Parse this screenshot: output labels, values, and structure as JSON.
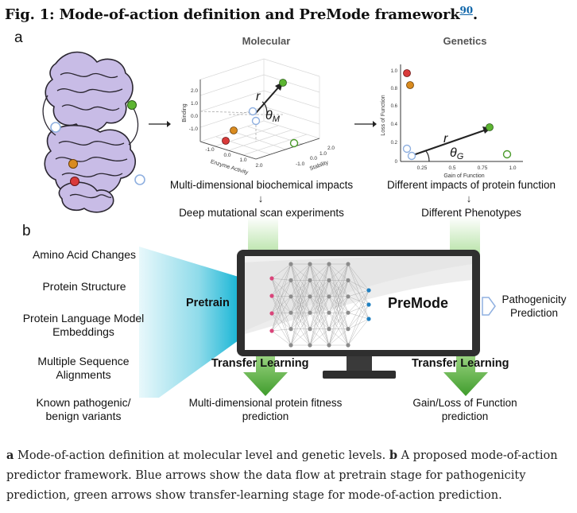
{
  "figure": {
    "title": "Fig. 1: Mode-of-action definition and PreMode framework",
    "ref": "90",
    "ref_suffix": "."
  },
  "panel_a": {
    "letter": "a",
    "molecular": {
      "header": "Molecular",
      "y_label": "Binding",
      "x_label": "Enzyme Activity",
      "z_label": "Stability",
      "y_ticks": [
        "2.0",
        "1.0",
        "0.0",
        "-1.0"
      ],
      "x_ticks": [
        "-1.0",
        "0.0",
        "1.0",
        "2.0"
      ],
      "z_ticks": [
        "2.0",
        "1.0",
        "0.0",
        "-1.0"
      ],
      "vector_label": "r",
      "angle_label": "θ",
      "angle_sub": "M",
      "caption": "Multi-dimensional biochemical impacts",
      "arrow": "↓",
      "next": "Deep mutational scan experiments"
    },
    "genetics": {
      "header": "Genetics",
      "y_label": "Loss of Function",
      "x_label": "Gain of Function",
      "y_ticks": [
        "1.0",
        "0.8",
        "0.6",
        "0.4",
        "0.2",
        "0"
      ],
      "x_ticks": [
        "0.25",
        "0.5",
        "0.75",
        "1.0"
      ],
      "vector_label": "r",
      "angle_label": "θ",
      "angle_sub": "G",
      "caption": "Different impacts of protein function",
      "arrow": "↓",
      "next": "Different Phenotypes"
    },
    "colors": {
      "red": "#d93a3a",
      "orange": "#d98b1f",
      "green": "#5cb531",
      "blue_open": "#b8cbe8",
      "protein": "#c8bce6"
    }
  },
  "panel_b": {
    "letter": "b",
    "inputs": [
      "Amino Acid Changes",
      "Protein Structure",
      "Protein Language Model Embeddings",
      "Multiple Sequence Alignments",
      "Known pathogenic/ benign variants"
    ],
    "pretrain_label": "Pretrain",
    "model_name": "PreMode",
    "pathogenicity_label": "Pathogenicity Prediction",
    "transfer_left": "Transfer Learning",
    "transfer_right": "Transfer Learning",
    "output_left": "Multi-dimensional protein fitness prediction",
    "output_right": "Gain/Loss of Function prediction",
    "colors": {
      "pretrain_cyan": "#1ab6d6",
      "transfer_green": "#4caf3a",
      "input_node": "#d9457a",
      "output_node": "#1f7fc0"
    }
  },
  "caption": {
    "a_letter": "a",
    "a_text": " Mode-of-action definition at molecular level and genetic levels. ",
    "b_letter": "b",
    "b_text": " A proposed mode-of-action predictor framework. Blue arrows show the data flow at pretrain stage for pathogenicity prediction, green arrows show transfer-learning stage for mode-of-action prediction."
  }
}
